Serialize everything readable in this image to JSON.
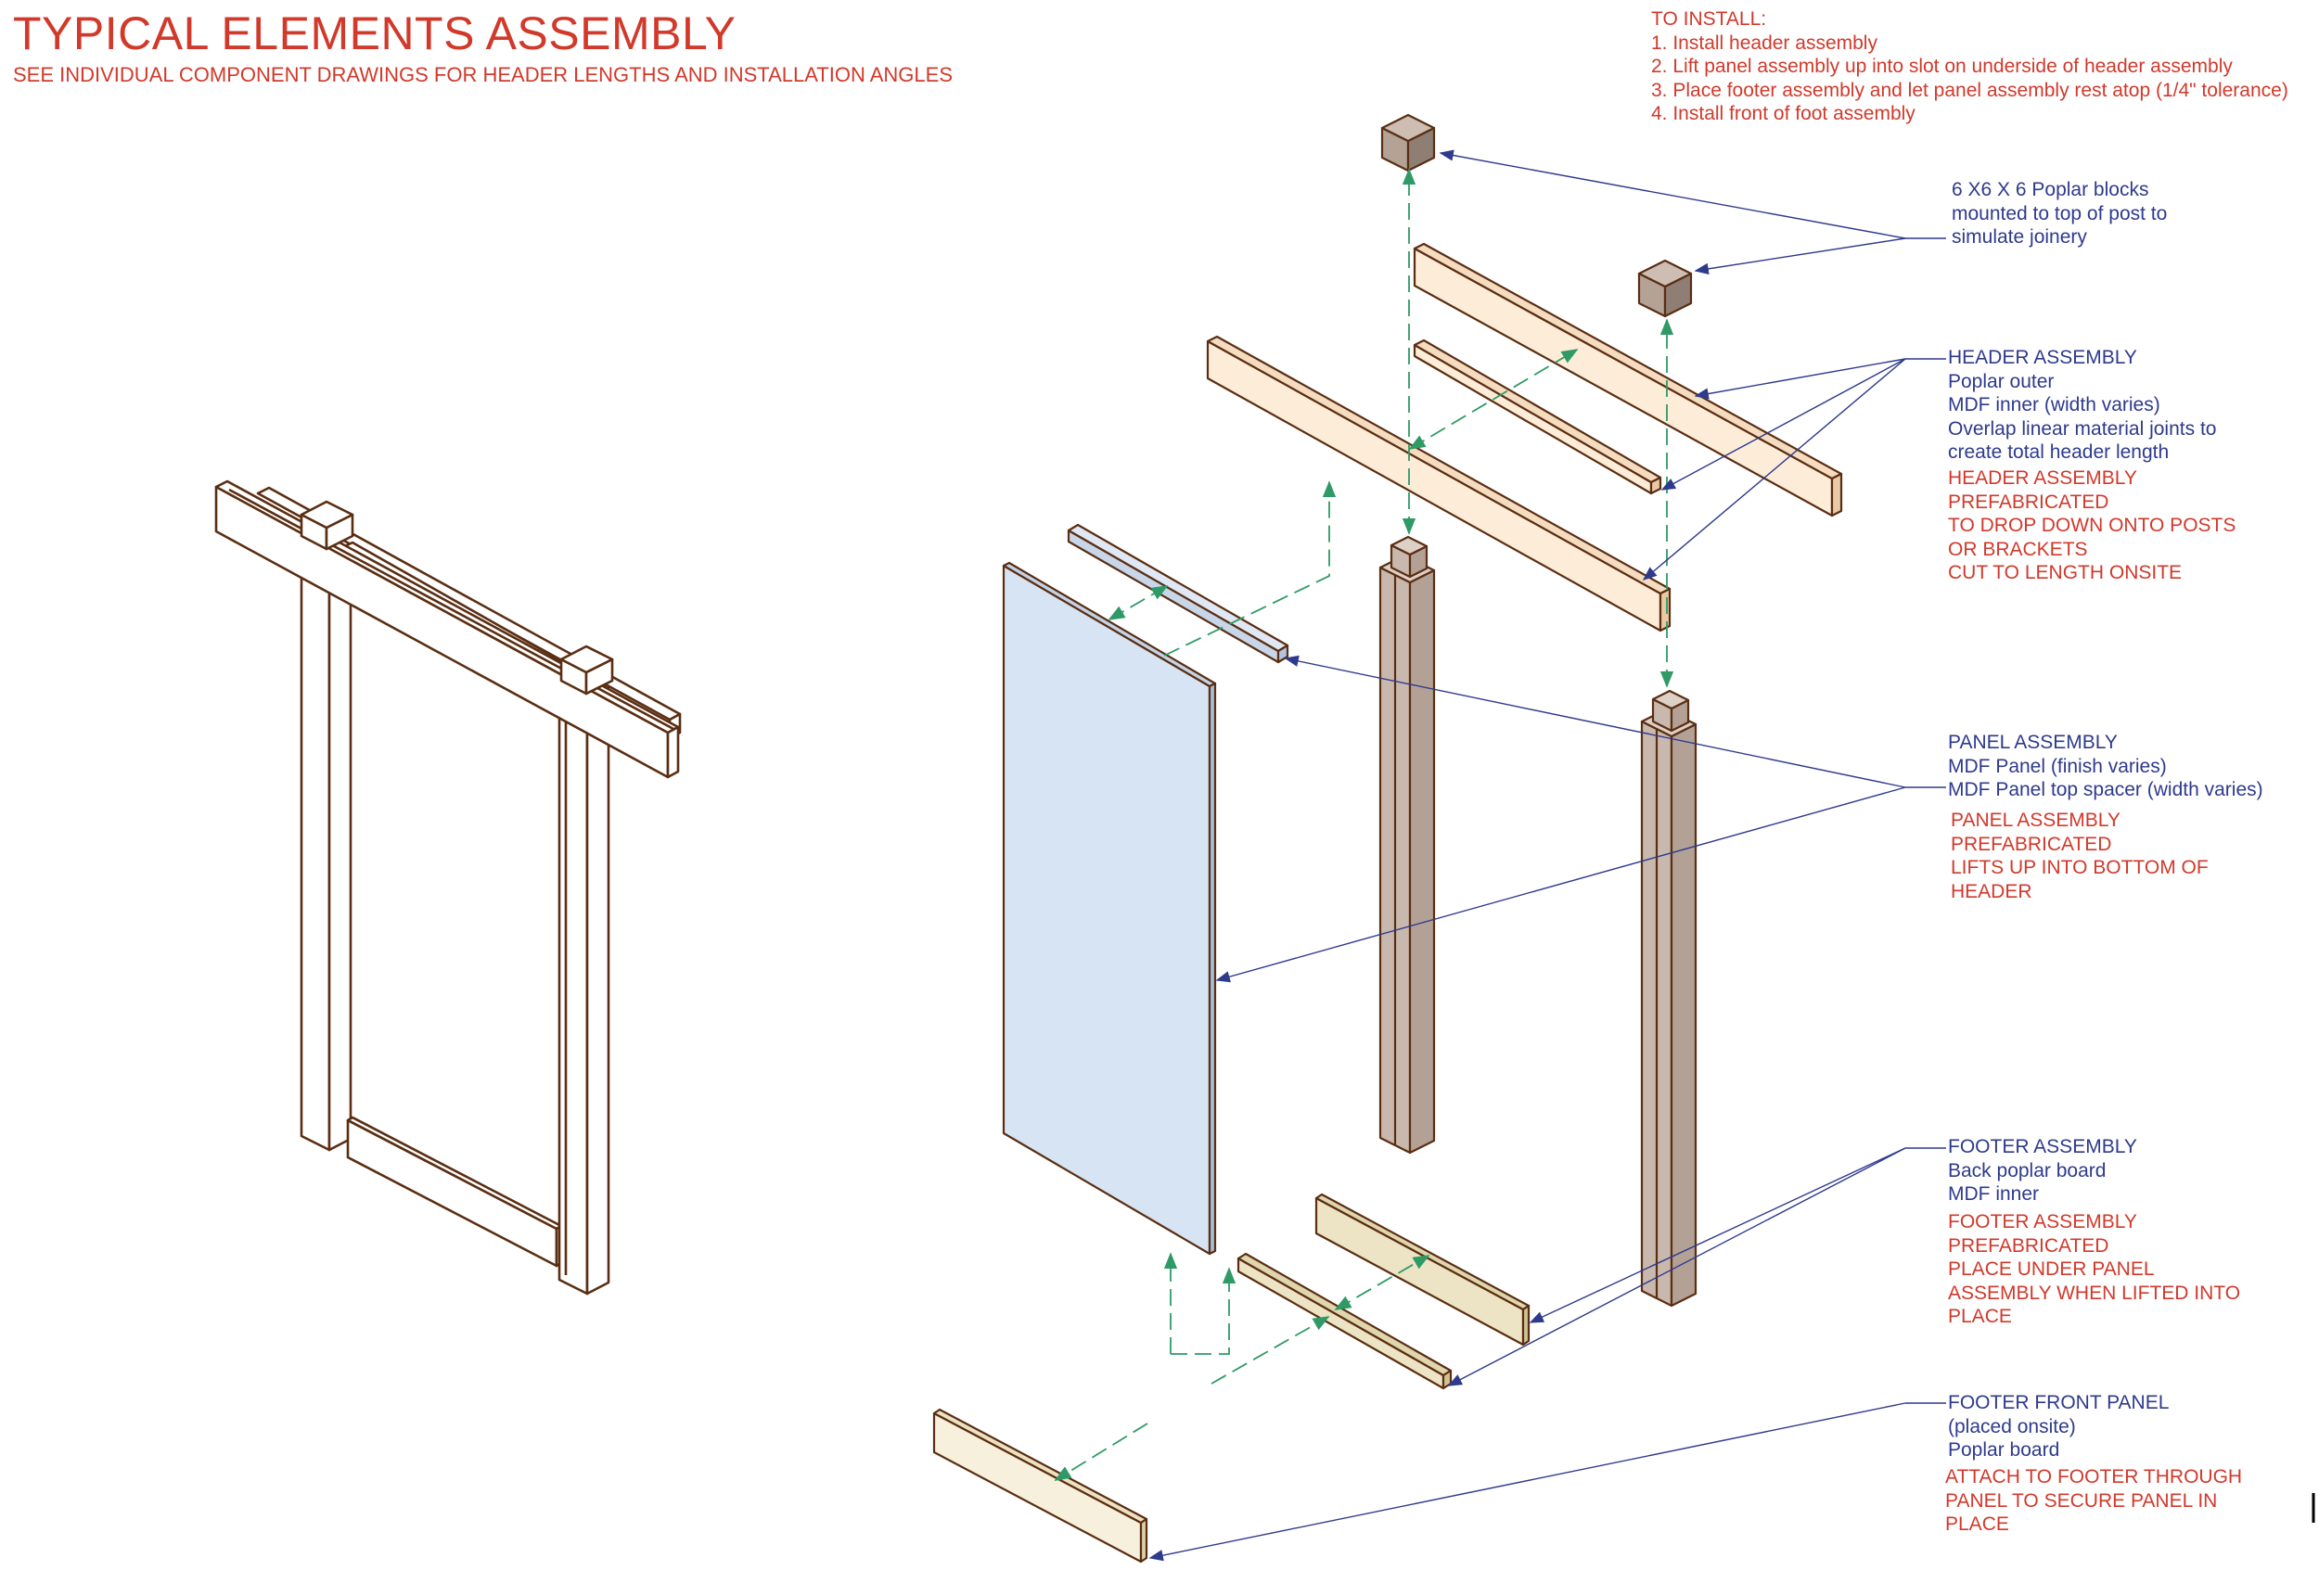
{
  "title": "TYPICAL ELEMENTS ASSEMBLY",
  "subtitle": "SEE INDIVIDUAL COMPONENT DRAWINGS FOR HEADER LENGTHS AND INSTALLATION ANGLES",
  "install": {
    "heading": "TO INSTALL:",
    "steps": [
      "1. Install header assembly",
      "2. Lift panel assembly up into slot on underside of header assembly",
      "3. Place footer assembly and let panel assembly rest atop (1/4\" tolerance)",
      "4. Install front of foot assembly"
    ]
  },
  "callouts": {
    "blocks": {
      "lines": [
        "6 X6 X 6 Poplar blocks",
        "mounted to top of post to",
        "simulate joinery"
      ]
    },
    "header": {
      "lines": [
        "HEADER ASSEMBLY",
        "Poplar outer",
        "MDF inner (width varies)",
        "Overlap linear material joints to",
        "create total header length"
      ],
      "notes": [
        "HEADER ASSEMBLY",
        "PREFABRICATED",
        "TO DROP DOWN ONTO POSTS",
        "OR BRACKETS",
        "CUT TO LENGTH ONSITE"
      ]
    },
    "panel": {
      "lines": [
        "PANEL  ASSEMBLY",
        "MDF Panel (finish varies)",
        "MDF Panel top spacer (width varies)"
      ],
      "notes": [
        "PANEL ASSEMBLY",
        "PREFABRICATED",
        "LIFTS UP INTO BOTTOM OF",
        "HEADER"
      ]
    },
    "footer": {
      "lines": [
        "FOOTER ASSEMBLY",
        "Back poplar board",
        "MDF inner"
      ],
      "notes": [
        "FOOTER ASSEMBLY",
        "PREFABRICATED",
        "PLACE UNDER PANEL",
        "ASSEMBLY WHEN LIFTED INTO",
        "PLACE"
      ]
    },
    "front": {
      "lines": [
        "FOOTER FRONT PANEL",
        "(placed onsite)",
        "Poplar board"
      ],
      "notes": [
        "ATTACH TO FOOTER THROUGH",
        "PANEL TO SECURE PANEL IN",
        "PLACE"
      ]
    }
  },
  "colors": {
    "title_red": "#d1392b",
    "callout_blue": "#2e3a8c",
    "outline": "#5a2e12",
    "post": "#c9b8ad",
    "header_wood": "#fdecd8",
    "panel": "#d6e4f3",
    "spacer": "#c8d6ea",
    "footer_back": "#ece4c4",
    "footer_front": "#f7f0dc",
    "guide_green": "#2f9a66"
  }
}
